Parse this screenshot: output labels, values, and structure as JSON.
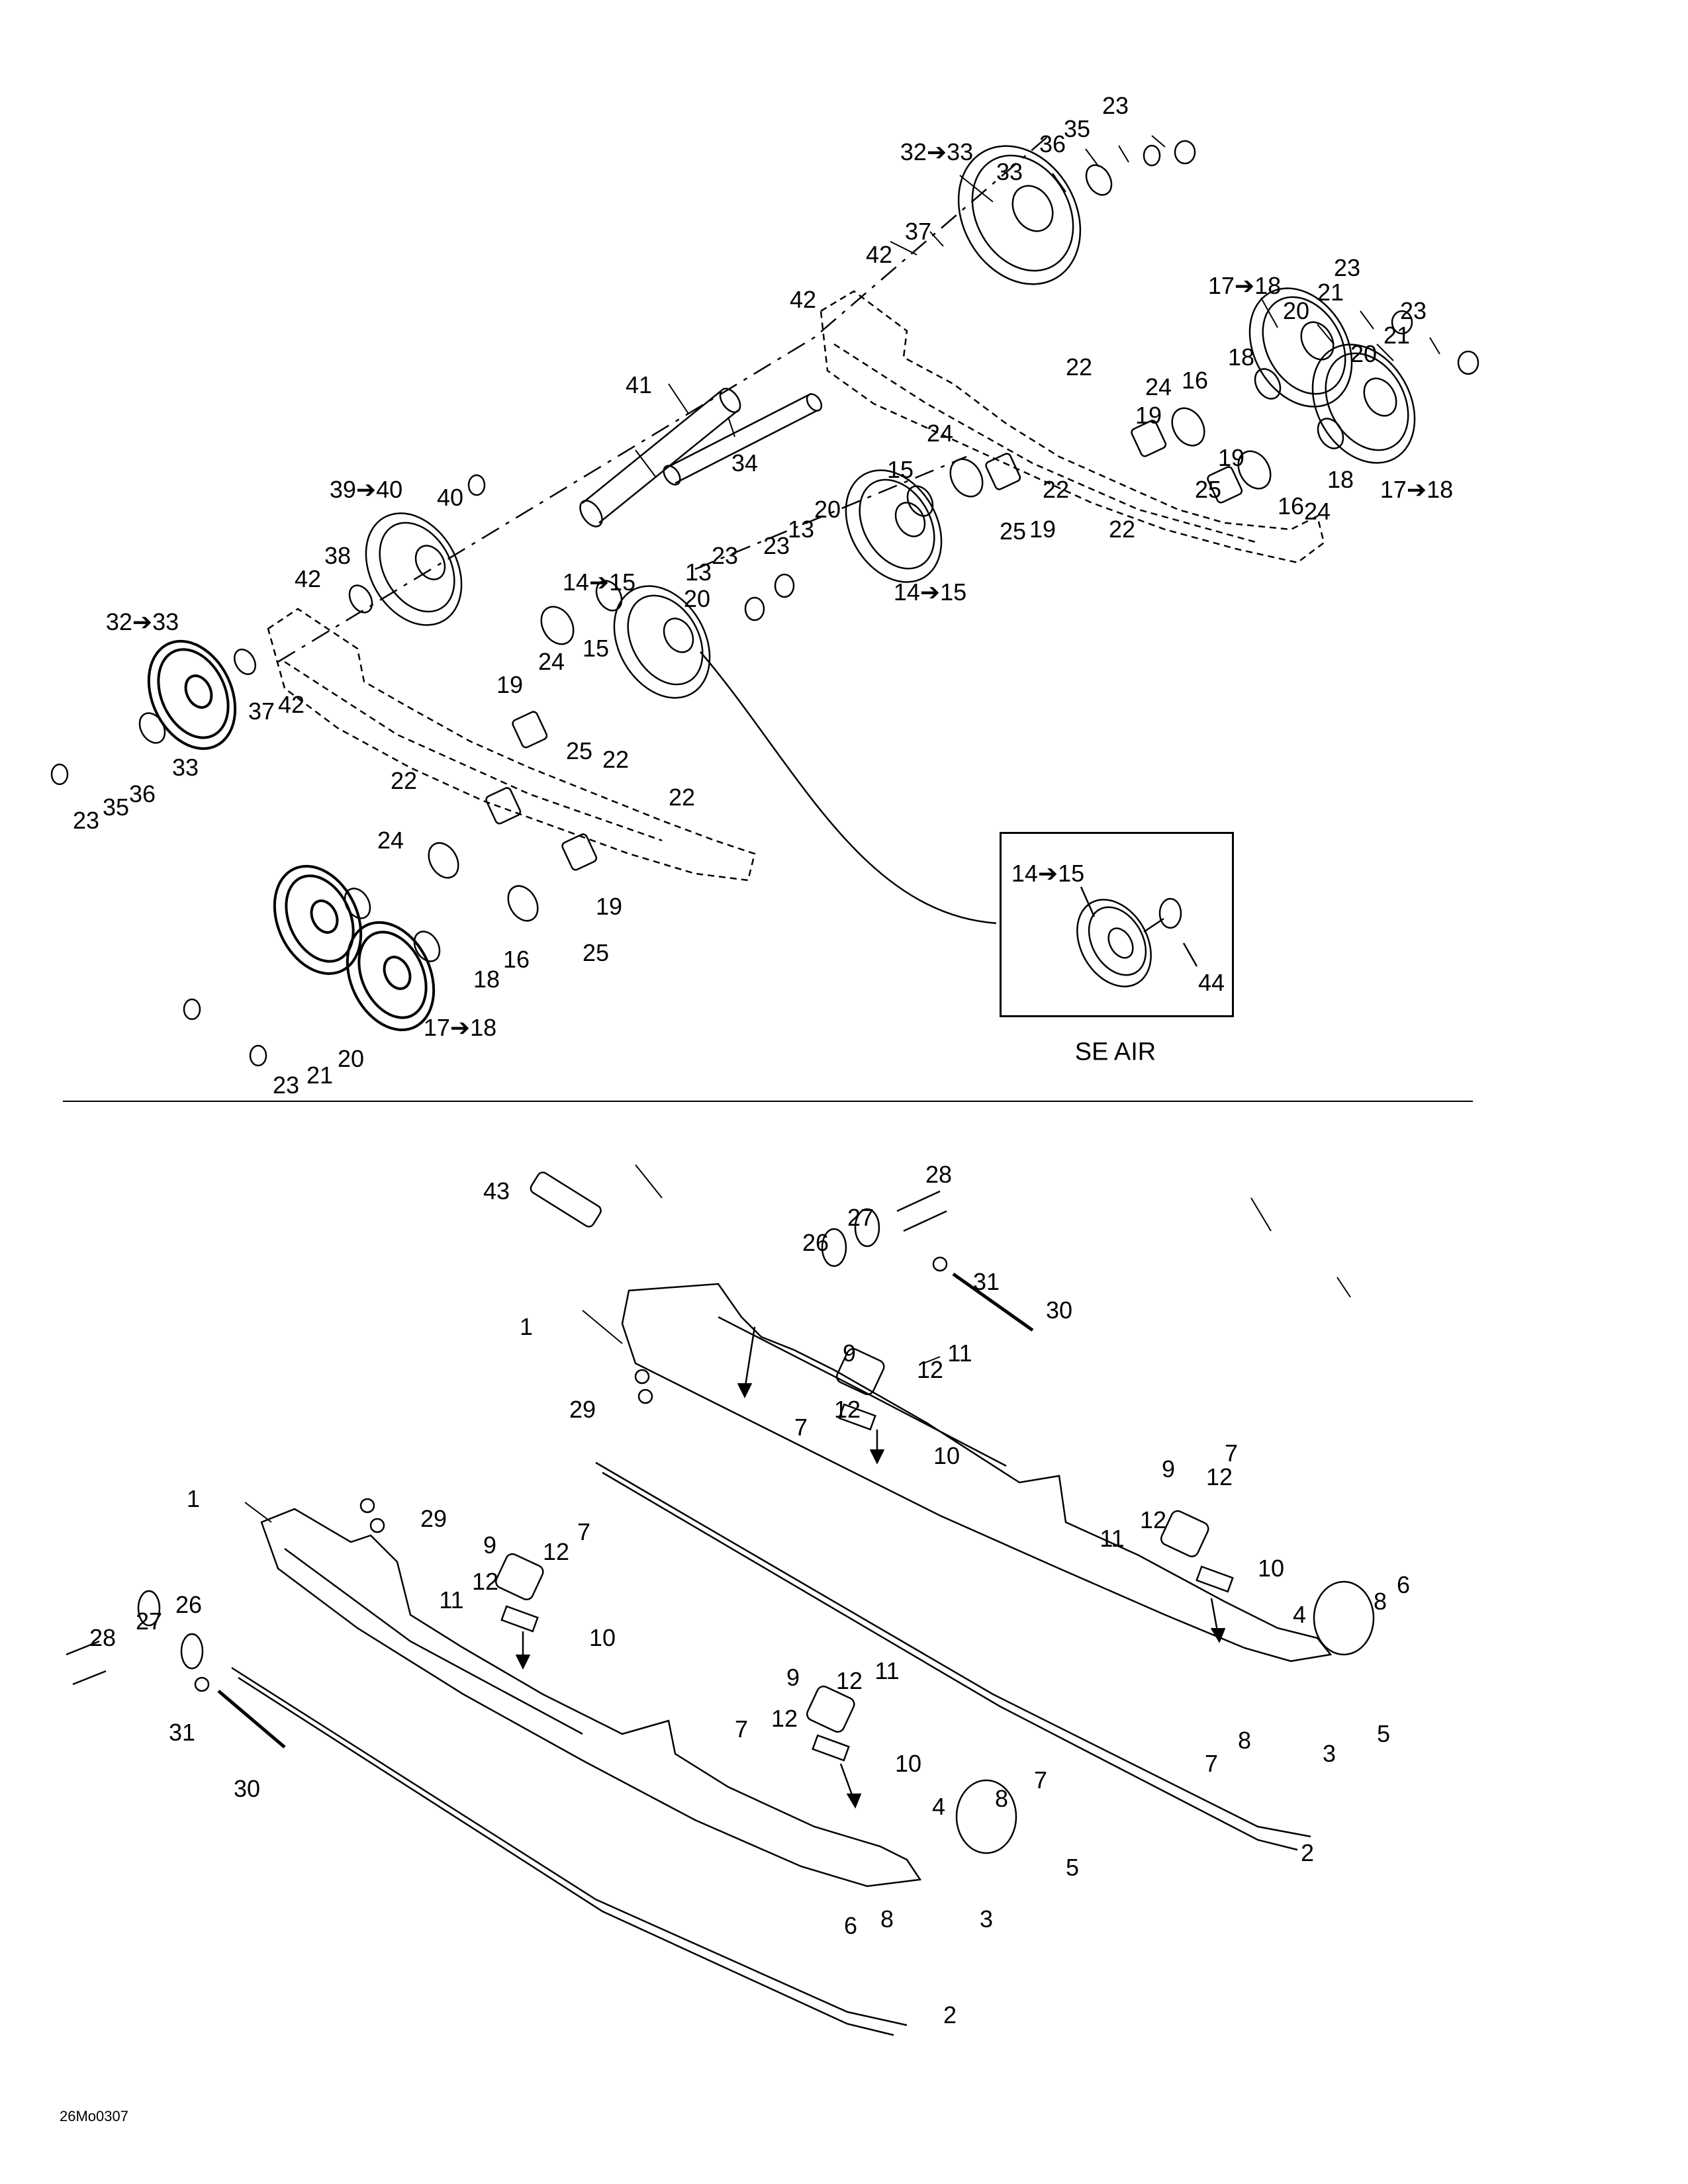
{
  "figure": {
    "code": "26Mo0307",
    "inset_caption": "SE AIR",
    "arrow_glyph": "➔"
  },
  "upper_assembly": {
    "callouts": [
      {
        "id": "u1",
        "text": "32➔33"
      },
      {
        "id": "u2",
        "text": "33"
      },
      {
        "id": "u3",
        "text": "36"
      },
      {
        "id": "u4",
        "text": "35"
      },
      {
        "id": "u5",
        "text": "23"
      },
      {
        "id": "u6",
        "text": "37"
      },
      {
        "id": "u7",
        "text": "42"
      },
      {
        "id": "u8",
        "text": "42"
      },
      {
        "id": "u9",
        "text": "17➔18"
      },
      {
        "id": "u10",
        "text": "20"
      },
      {
        "id": "u11",
        "text": "21"
      },
      {
        "id": "u12",
        "text": "23"
      },
      {
        "id": "u13",
        "text": "21"
      },
      {
        "id": "u14",
        "text": "23"
      },
      {
        "id": "u15",
        "text": "20"
      },
      {
        "id": "u16",
        "text": "22"
      },
      {
        "id": "u17",
        "text": "24"
      },
      {
        "id": "u18",
        "text": "16"
      },
      {
        "id": "u19",
        "text": "18"
      },
      {
        "id": "u20",
        "text": "19"
      },
      {
        "id": "u21",
        "text": "19"
      },
      {
        "id": "u22",
        "text": "22"
      },
      {
        "id": "u23",
        "text": "25"
      },
      {
        "id": "u24",
        "text": "22"
      },
      {
        "id": "u25",
        "text": "16"
      },
      {
        "id": "u26",
        "text": "24"
      },
      {
        "id": "u27",
        "text": "18"
      },
      {
        "id": "u28",
        "text": "17➔18"
      },
      {
        "id": "u29",
        "text": "41"
      },
      {
        "id": "u30",
        "text": "34"
      },
      {
        "id": "u31",
        "text": "24"
      },
      {
        "id": "u32",
        "text": "15"
      },
      {
        "id": "u33",
        "text": "19"
      },
      {
        "id": "u34",
        "text": "25"
      },
      {
        "id": "u35",
        "text": "39➔40"
      },
      {
        "id": "u36",
        "text": "40"
      },
      {
        "id": "u37",
        "text": "38"
      },
      {
        "id": "u38",
        "text": "42"
      },
      {
        "id": "u39",
        "text": "20"
      },
      {
        "id": "u40",
        "text": "13"
      },
      {
        "id": "u41",
        "text": "23"
      },
      {
        "id": "u42",
        "text": "14➔15"
      },
      {
        "id": "u43",
        "text": "14➔15"
      },
      {
        "id": "u44",
        "text": "20"
      },
      {
        "id": "u45",
        "text": "13"
      },
      {
        "id": "u46",
        "text": "23"
      },
      {
        "id": "u47",
        "text": "32➔33"
      },
      {
        "id": "u48",
        "text": "37"
      },
      {
        "id": "u49",
        "text": "42"
      },
      {
        "id": "u50",
        "text": "33"
      },
      {
        "id": "u51",
        "text": "23"
      },
      {
        "id": "u52",
        "text": "35"
      },
      {
        "id": "u53",
        "text": "36"
      },
      {
        "id": "u54",
        "text": "15"
      },
      {
        "id": "u55",
        "text": "24"
      },
      {
        "id": "u56",
        "text": "19"
      },
      {
        "id": "u57",
        "text": "25"
      },
      {
        "id": "u58",
        "text": "22"
      },
      {
        "id": "u59",
        "text": "22"
      },
      {
        "id": "u60",
        "text": "22"
      },
      {
        "id": "u61",
        "text": "24"
      },
      {
        "id": "u62",
        "text": "19"
      },
      {
        "id": "u63",
        "text": "25"
      },
      {
        "id": "u64",
        "text": "16"
      },
      {
        "id": "u65",
        "text": "18"
      },
      {
        "id": "u66",
        "text": "17➔18"
      },
      {
        "id": "u67",
        "text": "20"
      },
      {
        "id": "u68",
        "text": "21"
      },
      {
        "id": "u69",
        "text": "23"
      }
    ]
  },
  "inset": {
    "callouts": [
      {
        "id": "i1",
        "text": "14➔15"
      },
      {
        "id": "i2",
        "text": "44"
      }
    ]
  },
  "lower_assembly": {
    "callouts": [
      {
        "id": "l1",
        "text": "43"
      },
      {
        "id": "l2",
        "text": "28"
      },
      {
        "id": "l3",
        "text": "27"
      },
      {
        "id": "l4",
        "text": "26"
      },
      {
        "id": "l5",
        "text": "31"
      },
      {
        "id": "l6",
        "text": "30"
      },
      {
        "id": "l7",
        "text": "1"
      },
      {
        "id": "l8",
        "text": "9"
      },
      {
        "id": "l9",
        "text": "12"
      },
      {
        "id": "l10",
        "text": "11"
      },
      {
        "id": "l11",
        "text": "29"
      },
      {
        "id": "l12",
        "text": "12"
      },
      {
        "id": "l13",
        "text": "7"
      },
      {
        "id": "l14",
        "text": "10"
      },
      {
        "id": "l15",
        "text": "9"
      },
      {
        "id": "l16",
        "text": "12"
      },
      {
        "id": "l17",
        "text": "7"
      },
      {
        "id": "l18",
        "text": "12"
      },
      {
        "id": "l19",
        "text": "11"
      },
      {
        "id": "l20",
        "text": "10"
      },
      {
        "id": "l21",
        "text": "8"
      },
      {
        "id": "l22",
        "text": "6"
      },
      {
        "id": "l23",
        "text": "4"
      },
      {
        "id": "l24",
        "text": "5"
      },
      {
        "id": "l25",
        "text": "8"
      },
      {
        "id": "l26",
        "text": "7"
      },
      {
        "id": "l27",
        "text": "3"
      },
      {
        "id": "l28",
        "text": "2"
      },
      {
        "id": "l29",
        "text": "1"
      },
      {
        "id": "l30",
        "text": "29"
      },
      {
        "id": "l31",
        "text": "9"
      },
      {
        "id": "l32",
        "text": "12"
      },
      {
        "id": "l33",
        "text": "7"
      },
      {
        "id": "l34",
        "text": "12"
      },
      {
        "id": "l35",
        "text": "11"
      },
      {
        "id": "l36",
        "text": "10"
      },
      {
        "id": "l37",
        "text": "28"
      },
      {
        "id": "l38",
        "text": "27"
      },
      {
        "id": "l39",
        "text": "26"
      },
      {
        "id": "l40",
        "text": "31"
      },
      {
        "id": "l41",
        "text": "30"
      },
      {
        "id": "l42",
        "text": "9"
      },
      {
        "id": "l43",
        "text": "12"
      },
      {
        "id": "l44",
        "text": "11"
      },
      {
        "id": "l45",
        "text": "7"
      },
      {
        "id": "l46",
        "text": "12"
      },
      {
        "id": "l47",
        "text": "10"
      },
      {
        "id": "l48",
        "text": "4"
      },
      {
        "id": "l49",
        "text": "8"
      },
      {
        "id": "l50",
        "text": "7"
      },
      {
        "id": "l51",
        "text": "5"
      },
      {
        "id": "l52",
        "text": "6"
      },
      {
        "id": "l53",
        "text": "8"
      },
      {
        "id": "l54",
        "text": "3"
      },
      {
        "id": "l55",
        "text": "2"
      }
    ]
  }
}
